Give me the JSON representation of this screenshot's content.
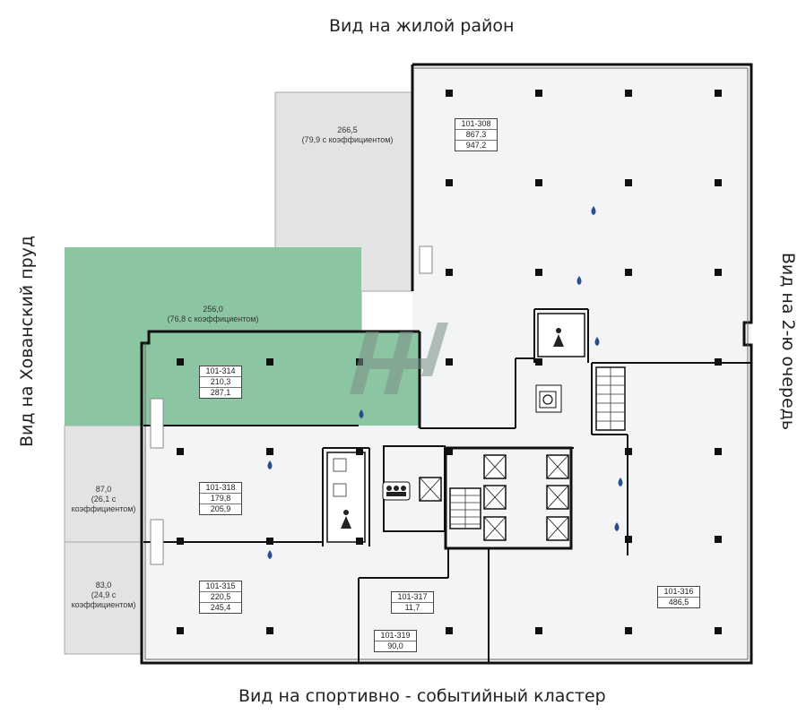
{
  "views": {
    "top": "Вид на жилой район",
    "bottom": "Вид на спортивно - событийный кластер",
    "left": "Вид на Хованский пруд",
    "right": "Вид на 2-ю очередь"
  },
  "units": [
    {
      "id": "101-308",
      "area": "867,3",
      "area_total": "947,2"
    },
    {
      "id": "101-314",
      "area": "210,3",
      "area_total": "287,1"
    },
    {
      "id": "101-318",
      "area": "179,8",
      "area_total": "205,9"
    },
    {
      "id": "101-315",
      "area": "220,5",
      "area_total": "245,4"
    },
    {
      "id": "101-317",
      "area": "11,7"
    },
    {
      "id": "101-319",
      "area": "90,0"
    },
    {
      "id": "101-316",
      "area": "486,5"
    }
  ],
  "terraces": [
    {
      "area": "266,5",
      "note": "(79,9 с коэффициентом)"
    },
    {
      "area": "256,0",
      "note": "(76,8 с коэффициентом)"
    },
    {
      "area": "87,0",
      "note1": "(26,1 с",
      "note2": "коэффициентом)"
    },
    {
      "area": "83,0",
      "note1": "(24,9 с",
      "note2": "коэффициентом)"
    }
  ],
  "colors": {
    "highlight": "#8cc5a2",
    "terrace": "#e3e3e3",
    "wall": "#111111",
    "water": "#2a4d8f"
  }
}
